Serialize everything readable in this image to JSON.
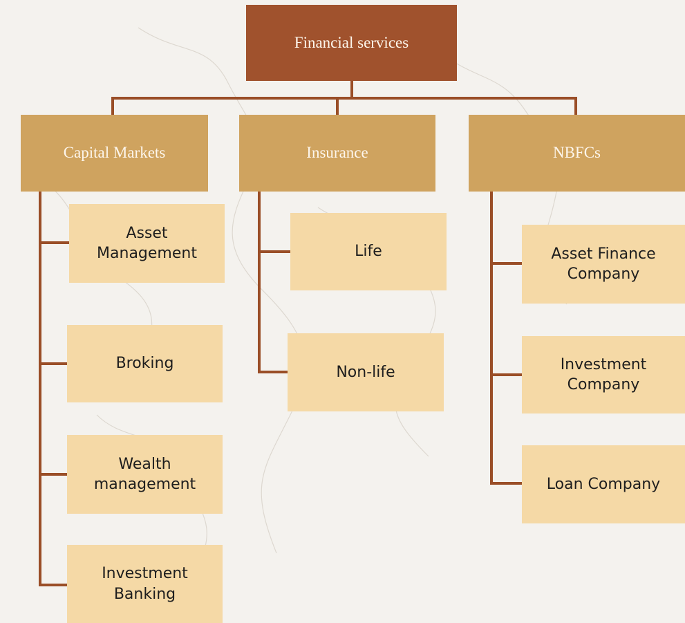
{
  "diagram": {
    "root": {
      "label": "Financial services"
    },
    "categories": [
      {
        "label": "Capital Markets",
        "children": [
          "Asset\nManagement",
          "Broking",
          "Wealth\nmanagement",
          "Investment\nBanking"
        ]
      },
      {
        "label": "Insurance",
        "children": [
          "Life",
          "Non-life"
        ]
      },
      {
        "label": "NBFCs",
        "children": [
          "Asset Finance\nCompany",
          "Investment\nCompany",
          "Loan Company"
        ]
      }
    ]
  },
  "colors": {
    "root_fill": "#a0522d",
    "category_fill": "#cfa35f",
    "leaf_fill": "#f5d9a6",
    "connector": "#9a4e27",
    "background": "#f4f2ee"
  }
}
